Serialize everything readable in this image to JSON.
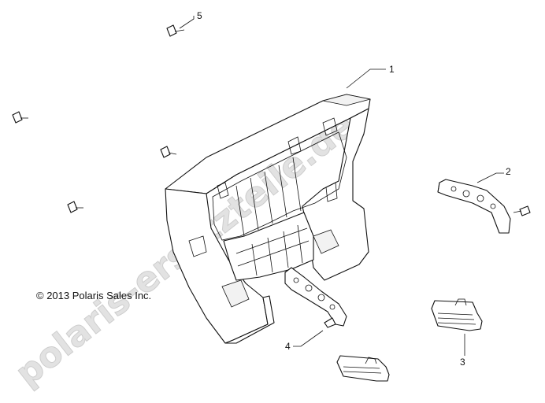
{
  "callouts": {
    "part1": "1",
    "part2": "2",
    "part3": "3",
    "part4": "4",
    "part5": "5"
  },
  "copyright": "© 2013 Polaris Sales Inc.",
  "watermark": "polaris-ersatzteile.de",
  "colors": {
    "line": "#111111",
    "watermark": "#d9d9d9",
    "background": "#ffffff"
  }
}
